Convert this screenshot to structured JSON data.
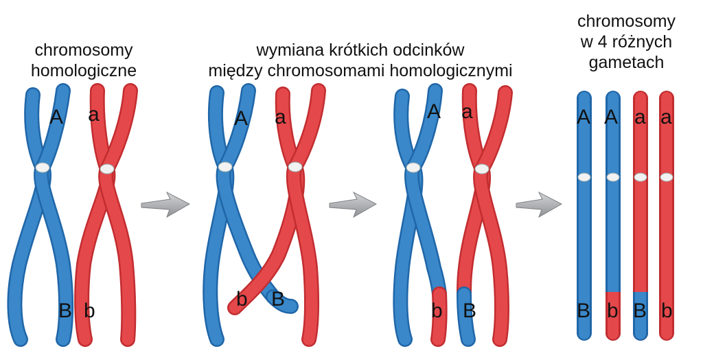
{
  "labels": {
    "homologous": [
      "chromosomy",
      "homologiczne"
    ],
    "exchange": [
      "wymiana krótkich odcinków",
      "między chromosomami homologicznymi"
    ],
    "gametes": [
      "chromosomy",
      "w 4 różnych",
      "gametach"
    ]
  },
  "alleles": {
    "stage1": {
      "blue_top": "A",
      "red_top": "a",
      "blue_bottom": "B",
      "red_bottom": "b"
    },
    "stage2": {
      "blue_top": "A",
      "red_top": "a",
      "cross_left": "b",
      "cross_right": "B"
    },
    "stage3": {
      "blue_top": "A",
      "red_top": "a",
      "blue_bottom": "b",
      "red_bottom": "B"
    },
    "stage4": {
      "top": [
        "A",
        "A",
        "a",
        "a"
      ],
      "bottom": [
        "B",
        "b",
        "B",
        "b"
      ]
    }
  },
  "colors": {
    "blue": "#3a88c9",
    "red": "#e5484b",
    "arrow": "#9c9ea2"
  }
}
